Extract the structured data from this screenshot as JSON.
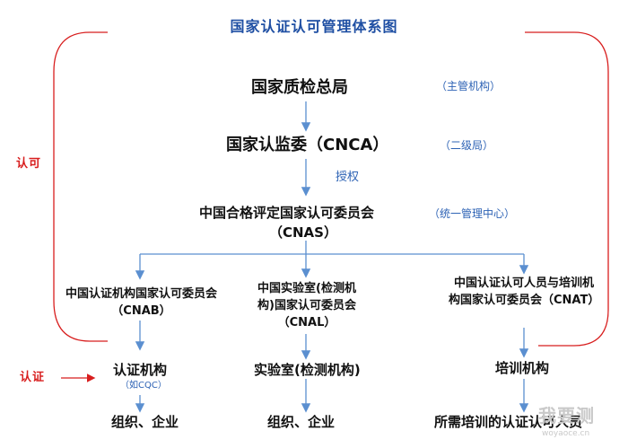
{
  "title": "国家认证认可管理体系图",
  "nodes": {
    "aqsiq": "国家质检总局",
    "cnca": "国家认监委（CNCA）",
    "cnas_line1": "中国合格评定国家认可委员会",
    "cnas_line2": "（CNAS）",
    "cnab": "中国认证机构国家认可委员会（CNAB）",
    "cnal": "中国实验室(检测机构)国家认可委员会（CNAL）",
    "cnat": "中国认证认可人员与培训机构国家认可委员会（CNAT）",
    "cert_body": "认证机构",
    "lab": "实验室(检测机构)",
    "training": "培训机构",
    "org1": "组织、企业",
    "org2": "组织、企业",
    "personnel": "所需培训的认证认可人员"
  },
  "notes": {
    "supervisor": "（主管机构）",
    "second_bureau": "（二级局）",
    "authorize": "授权",
    "unified": "（统一管理中心）",
    "cqc": "（如CQC）"
  },
  "side_labels": {
    "accreditation": "认可",
    "certification": "认证"
  },
  "watermark": {
    "text": "我要测",
    "url": "woyaoce.cn"
  },
  "colors": {
    "title": "#1f4fa3",
    "note": "#2e63b5",
    "arrow": "#5b8fd0",
    "bracket": "#d81e1e"
  }
}
